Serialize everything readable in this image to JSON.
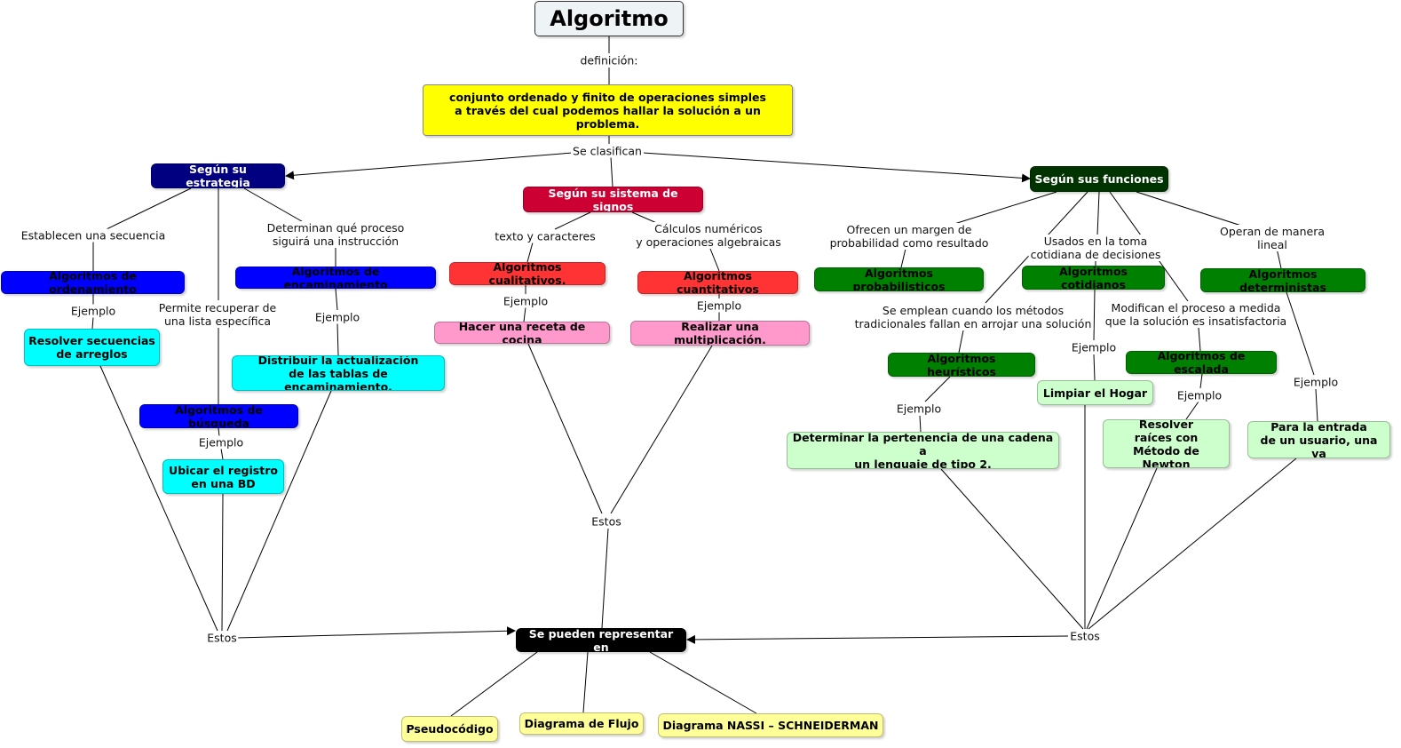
{
  "title": "Algoritmo",
  "definition": "conjunto ordenado y finito de operaciones simples\na través del cual podemos hallar la solución a un problema.",
  "categories": {
    "estrategia": "Según su estrategia",
    "signos": "Según su sistema de signos",
    "funciones": "Según sus funciones"
  },
  "algorithms": {
    "ordenamiento": "Algoritmos de ordenamiento",
    "encaminamiento": "Algoritmos de encaminamiento",
    "busqueda": "Algoritmos de búsqueda",
    "cualitativos": "Algoritmos cualitativos.",
    "cuantitativos": "Algoritmos cuantitativos",
    "probabilisticos": "Algoritmos probabilisticos",
    "cotidianos": "Algoritmos cotidianos",
    "deterministas": "Algoritmos deterministas",
    "heuristicos": "Algoritmos heurísticos",
    "escalada": "Algoritmos de escalada"
  },
  "examples": {
    "secuencias": "Resolver secuencias\nde arreglos",
    "distribuir": "Distribuir la actualización\nde las tablas de encaminamiento.",
    "registro": "Ubicar el registro\nen una BD",
    "receta": "Hacer una receta de cocina",
    "multiplicacion": "Realizar una multiplicación.",
    "hogar": "Limpiar el Hogar",
    "cadena": "Determinar la pertenencia de una cadena a\nun lenguaje de tipo 2.",
    "newton": "Resolver\nraíces con\nMétodo de Newton",
    "entrada": "Para la entrada\nde un usuario, una va"
  },
  "representation": {
    "label": "Se pueden representar en",
    "pseudocodigo": "Pseudocódigo",
    "flujo": "Diagrama de Flujo",
    "nassi": "Diagrama NASSI – SCHNEIDERMAN"
  },
  "link_labels": {
    "definicion": "definición:",
    "se_clasifican": "Se clasifican",
    "secuencia": "Establecen una secuencia",
    "determinan": "Determinan qué proceso\nsiguirá una instrucción",
    "permite": "Permite recuperar de\nuna lista específica",
    "ejemplo": "Ejemplo",
    "texto": "texto y caracteres",
    "calculos": "Cálculos numéricos\ny operaciones algebraicas",
    "ofrecen": "Ofrecen un margen de\nprobabilidad como resultado",
    "usados": "Usados en la toma\ncotidiana de decisiones",
    "operan": "Operan de manera lineal",
    "emplean": "Se emplean cuando los métodos\ntradicionales fallan en arrojar una solución",
    "modifican": "Modifican el proceso a medida\nque la solución es insatisfactoria",
    "estos": "Estos"
  }
}
